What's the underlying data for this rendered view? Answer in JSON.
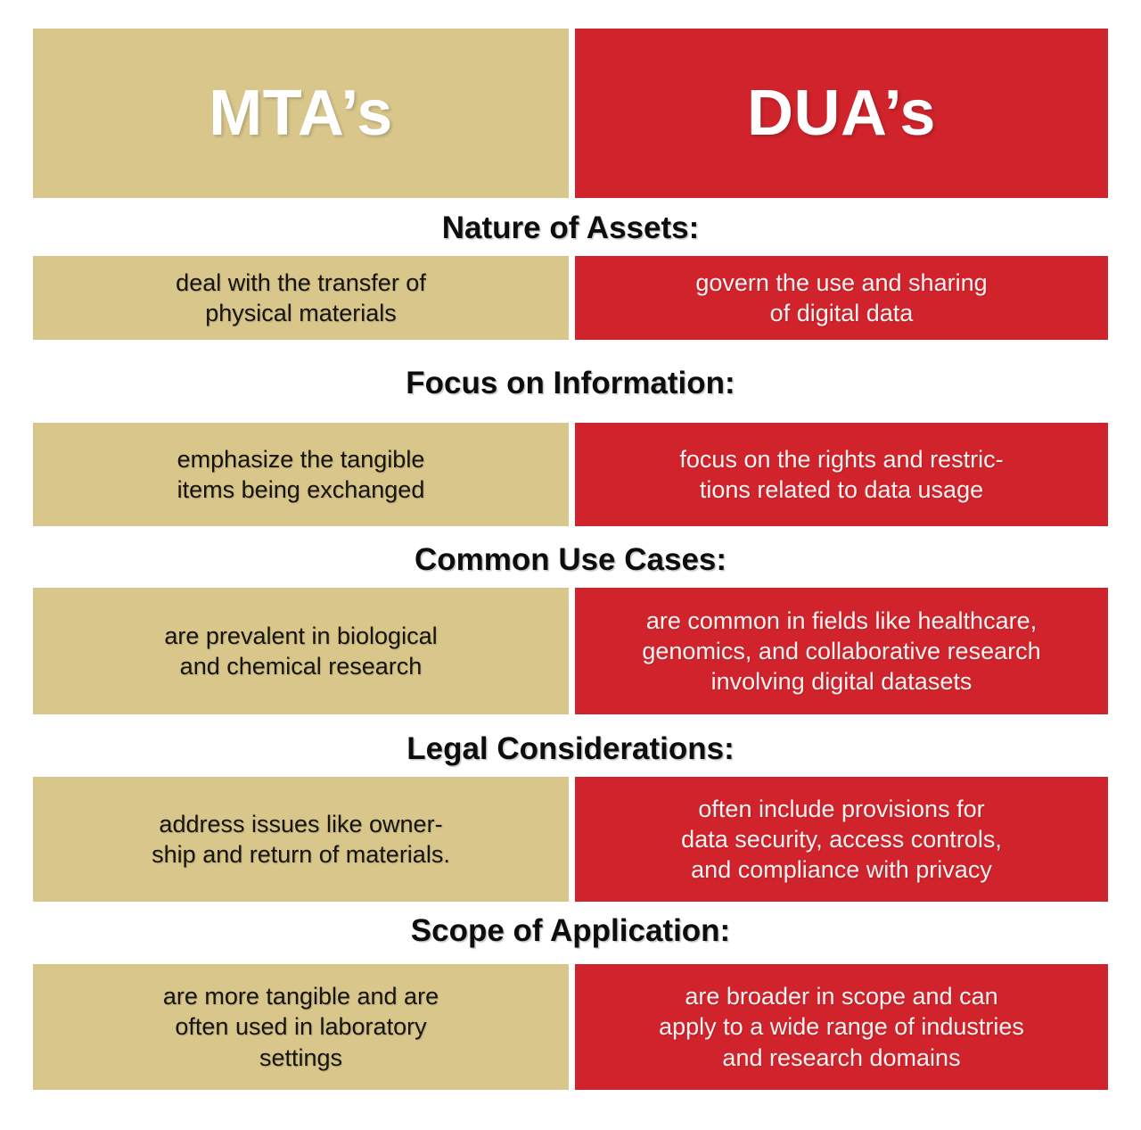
{
  "header": {
    "left_title": "MTA’s",
    "right_title": "DUA’s",
    "left_color": "#d9c68b",
    "right_color": "#d0232b",
    "title_color": "#ffffff"
  },
  "theme": {
    "tan": "#d9c68b",
    "red": "#d0232b",
    "background": "#ffffff",
    "dark_text": "#16140f",
    "light_text": "#f7f2f2",
    "heading_text": "#0d0d0d"
  },
  "sections": [
    {
      "heading": "Nature of Assets:",
      "left": "deal with the transfer of\nphysical materials",
      "right": "govern the use and sharing\nof digital data"
    },
    {
      "heading": "Focus on Information:",
      "left": "emphasize the tangible\nitems being exchanged",
      "right": "focus on the rights and restric-\ntions related to data usage"
    },
    {
      "heading": "Common Use Cases:",
      "left": "are prevalent in biological\nand chemical research",
      "right": "are common in fields like healthcare,\ngenomics, and collaborative research\ninvolving digital datasets"
    },
    {
      "heading": "Legal Considerations:",
      "left": "address issues like owner-\nship and return of materials.",
      "right": "often include provisions for\ndata security, access controls,\nand compliance with privacy"
    },
    {
      "heading": "Scope of Application:",
      "left": "are more tangible and are\noften used in laboratory\nsettings",
      "right": "are broader in scope and can\napply to a wide range of industries\nand research domains"
    }
  ]
}
